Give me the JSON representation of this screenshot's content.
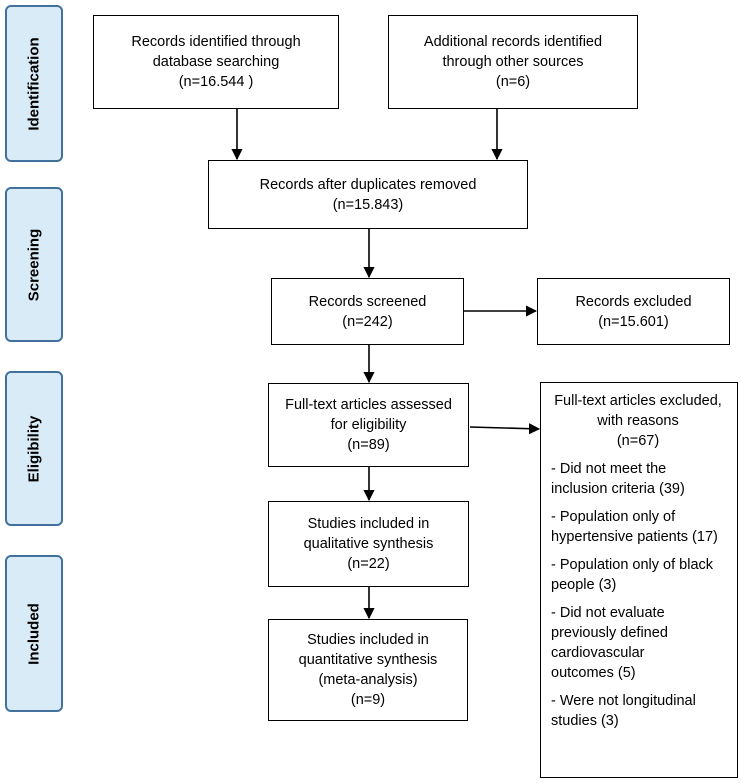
{
  "stages": {
    "identification": "Identification",
    "screening": "Screening",
    "eligibility": "Eligibility",
    "included": "Included"
  },
  "boxes": {
    "database": [
      "Records identified through",
      "database searching",
      "(n=16.544 )"
    ],
    "other_sources": [
      "Additional records identified",
      "through other sources",
      "(n=6)"
    ],
    "duplicates_removed": [
      "Records after duplicates removed",
      "(n=15.843)"
    ],
    "screened": [
      "Records screened",
      "(n=242)"
    ],
    "excluded": [
      "Records excluded",
      "(n=15.601)"
    ],
    "fulltext_assessed": [
      "Full-text articles assessed",
      "for eligibility",
      "(n=89)"
    ],
    "qualitative": [
      "Studies included in",
      "qualitative synthesis",
      "(n=22)"
    ],
    "quantitative": [
      "Studies included in",
      "quantitative synthesis",
      "(meta-analysis)",
      "(n=9)"
    ]
  },
  "fulltext_excluded": {
    "header": [
      "Full-text articles excluded,",
      "with reasons",
      "(n=67)"
    ],
    "reasons": [
      [
        "-  Did not meet the",
        "inclusion criteria (39)"
      ],
      [
        "-  Population only of",
        "hypertensive patients (17)"
      ],
      [
        "-  Population only of black",
        "people (3)"
      ],
      [
        "-  Did not evaluate",
        "previously defined",
        "cardiovascular",
        "outcomes (5)"
      ],
      [
        "-   Were not longitudinal",
        "studies (3)"
      ]
    ]
  }
}
